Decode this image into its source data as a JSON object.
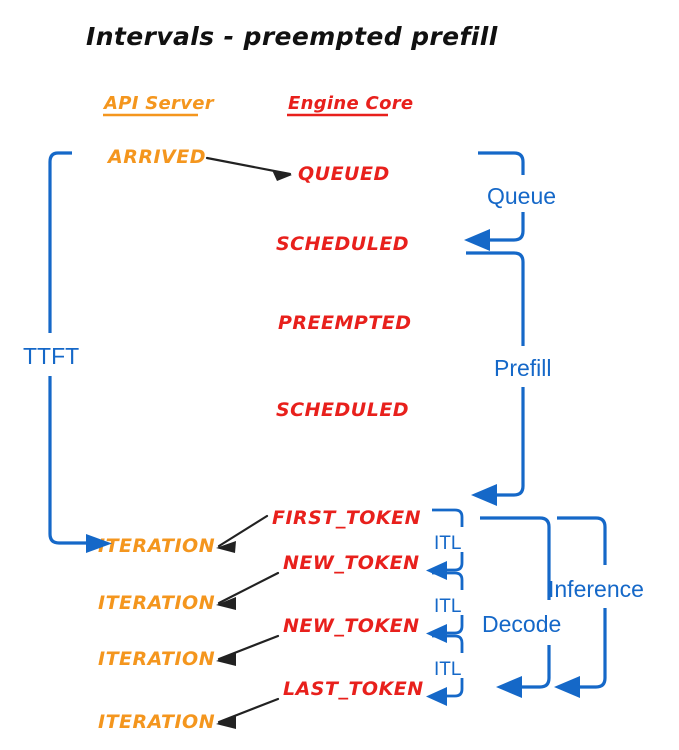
{
  "title": "Intervals - preempted prefill",
  "colors": {
    "api_server": "#F4961E",
    "engine_core": "#E8201C",
    "interval": "#1568C8",
    "arrow": "#222222",
    "background": "#FFFFFF"
  },
  "lanes": [
    {
      "id": "api-server",
      "label": "API Server",
      "color": "#F4961E"
    },
    {
      "id": "engine-core",
      "label": "Engine Core",
      "color": "#E8201C"
    }
  ],
  "events": {
    "api": [
      {
        "label": "ARRIVED"
      },
      {
        "label": "ITERATION"
      },
      {
        "label": "ITERATION"
      },
      {
        "label": "ITERATION"
      },
      {
        "label": "ITERATION"
      }
    ],
    "engine": [
      {
        "label": "QUEUED"
      },
      {
        "label": "SCHEDULED"
      },
      {
        "label": "PREEMPTED"
      },
      {
        "label": "SCHEDULED"
      },
      {
        "label": "FIRST_TOKEN"
      },
      {
        "label": "NEW_TOKEN"
      },
      {
        "label": "NEW_TOKEN"
      },
      {
        "label": "LAST_TOKEN"
      }
    ]
  },
  "intervals": [
    {
      "id": "ttft",
      "label": "TTFT"
    },
    {
      "id": "queue",
      "label": "Queue"
    },
    {
      "id": "prefill",
      "label": "Prefill"
    },
    {
      "id": "decode",
      "label": "Decode"
    },
    {
      "id": "inference",
      "label": "Inference"
    },
    {
      "id": "itl-1",
      "label": "ITL"
    },
    {
      "id": "itl-2",
      "label": "ITL"
    },
    {
      "id": "itl-3",
      "label": "ITL"
    }
  ]
}
